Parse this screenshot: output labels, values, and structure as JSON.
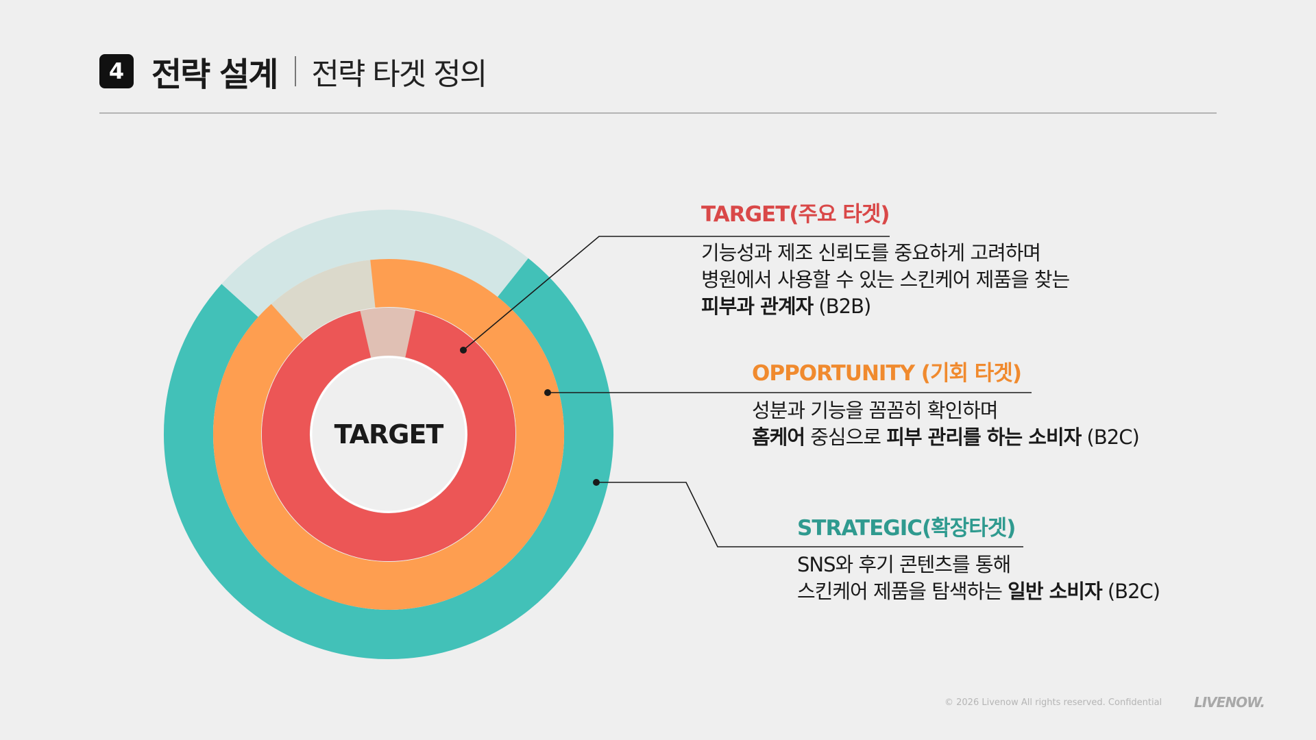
{
  "header": {
    "section_number": "4",
    "title": "전략 설계",
    "subtitle": "전략 타겟 정의"
  },
  "diagram": {
    "center_label": "TARGET",
    "colors": {
      "target": "#ec5656",
      "opportunity": "#fe9e50",
      "strategic": "#42c1b8",
      "outer_track": "#d2e6e5",
      "middle_track": "#dbd9cb",
      "inner_track": "#e0c0b4",
      "background": "#efefef"
    },
    "rings": [
      {
        "name": "target",
        "fill_fraction": 0.93
      },
      {
        "name": "opportunity",
        "fill_fraction": 0.9
      },
      {
        "name": "strategic",
        "fill_fraction": 0.76
      }
    ]
  },
  "labels": {
    "target": {
      "title": "TARGET(주요 타겟)",
      "color": "#d94848",
      "line1": "기능성과 제조 신뢰도를 중요하게 고려하며",
      "line2": "병원에서 사용할 수 있는 스킨케어 제품을 찾는",
      "line3_bold": "피부과 관계자",
      "line3_rest": " (B2B)"
    },
    "opportunity": {
      "title": "OPPORTUNITY (기회 타겟)",
      "color": "#f08a2e",
      "line1": "성분과 기능을 꼼꼼히 확인하며",
      "line2_bold1": "홈케어",
      "line2_mid": " 중심으로 ",
      "line2_bold2": "피부 관리를 하는 소비자",
      "line2_rest": " (B2C)"
    },
    "strategic": {
      "title": "STRATEGIC(확장타겟)",
      "color": "#2f9a8f",
      "line1": "SNS와 후기 콘텐츠를 통해",
      "line2_pre": "스킨케어 제품을 탐색하는 ",
      "line2_bold": "일반 소비자",
      "line2_rest": " (B2C)"
    }
  },
  "footer": {
    "copyright": "© 2026 Livenow All rights reserved. Confidential",
    "logo": "LIVENOW."
  }
}
